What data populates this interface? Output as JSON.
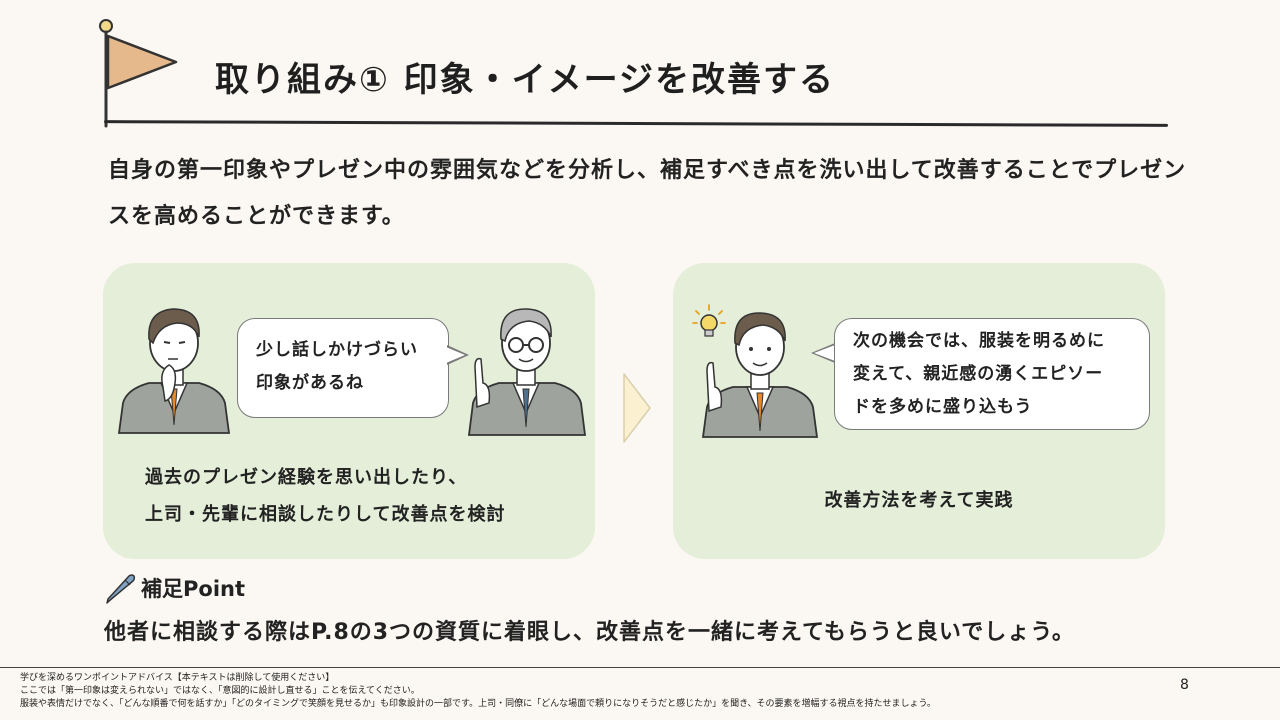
{
  "header": {
    "title": "取り組み① 印象・イメージを改善する"
  },
  "intro": {
    "text": "自身の第一印象やプレゼン中の雰囲気などを分析し、補足すべき点を洗い出して改善することでプレゼンスを高めることができます。"
  },
  "cards": {
    "left": {
      "bubble_line1": "少し話しかけづらい",
      "bubble_line2": "印象があるね",
      "caption_line1": "過去のプレゼン経験を思い出したり、",
      "caption_line2": "上司・先輩に相談したりして改善点を検討"
    },
    "right": {
      "bubble_line1": "次の機会では、服装を明るめに",
      "bubble_line2": "変えて、親近感の湧くエピソー",
      "bubble_line3": "ドを多めに盛り込もう",
      "caption": "改善方法を考えて実践"
    }
  },
  "point": {
    "icon": "pen-icon",
    "title": "補足Point",
    "text": "他者に相談する際はP.8の3つの資質に着眼し、改善点を一緒に考えてもらうと良いでしょう。"
  },
  "footer": {
    "line1": "学びを深めるワンポイントアドバイス【本テキストは削除して使用ください】",
    "line2": "ここでは「第一印象は変えられない」ではなく、「意図的に設計し直せる」ことを伝えてください。",
    "line3": "服装や表情だけでなく、「どんな順番で何を話すか」「どのタイミングで笑顔を見せるか」も印象設計の一部です。上司・同僚に「どんな場面で頼りになりそうだと感じたか」を聞き、その要素を増幅する視点を持たせましょう。",
    "page_number": "8"
  },
  "colors": {
    "background": "#fbf8f3",
    "card": "#e4eed9",
    "flag": "#e5b98c",
    "arrow": "#fbf0cf",
    "tie_orange": "#e48a2a",
    "suit_gray": "#9ea39e"
  }
}
